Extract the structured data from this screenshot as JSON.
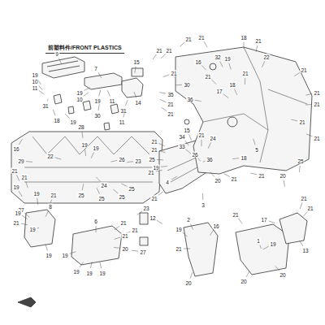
{
  "diagram": {
    "title": "前塑料件/FRONT PLASTICS",
    "labels": [
      "9",
      "19",
      "10",
      "11",
      "7",
      "19",
      "10",
      "19",
      "11",
      "15",
      "14",
      "31",
      "30",
      "31",
      "18",
      "19",
      "11",
      "28",
      "29",
      "16",
      "21",
      "21",
      "19",
      "22",
      "19",
      "19",
      "26",
      "23",
      "21",
      "25",
      "25",
      "25",
      "25",
      "24",
      "23",
      "27",
      "19",
      "21",
      "21",
      "21",
      "25",
      "19",
      "4",
      "21",
      "12",
      "21",
      "27",
      "21",
      "21",
      "21",
      "21",
      "18",
      "21",
      "22",
      "21",
      "21",
      "16",
      "35",
      "21",
      "21",
      "30",
      "36",
      "32",
      "19",
      "17",
      "18",
      "21",
      "21",
      "21",
      "21",
      "21",
      "21",
      "25",
      "20",
      "18",
      "21",
      "5",
      "15",
      "34",
      "33",
      "21",
      "26",
      "24",
      "36",
      "20",
      "21",
      "8",
      "19",
      "19",
      "21",
      "19",
      "19",
      "6",
      "19",
      "19",
      "19",
      "21",
      "21",
      "20",
      "2",
      "19",
      "21",
      "20",
      "3",
      "21",
      "20",
      "17",
      "19",
      "21",
      "21",
      "13",
      "1",
      "20",
      "16"
    ]
  }
}
